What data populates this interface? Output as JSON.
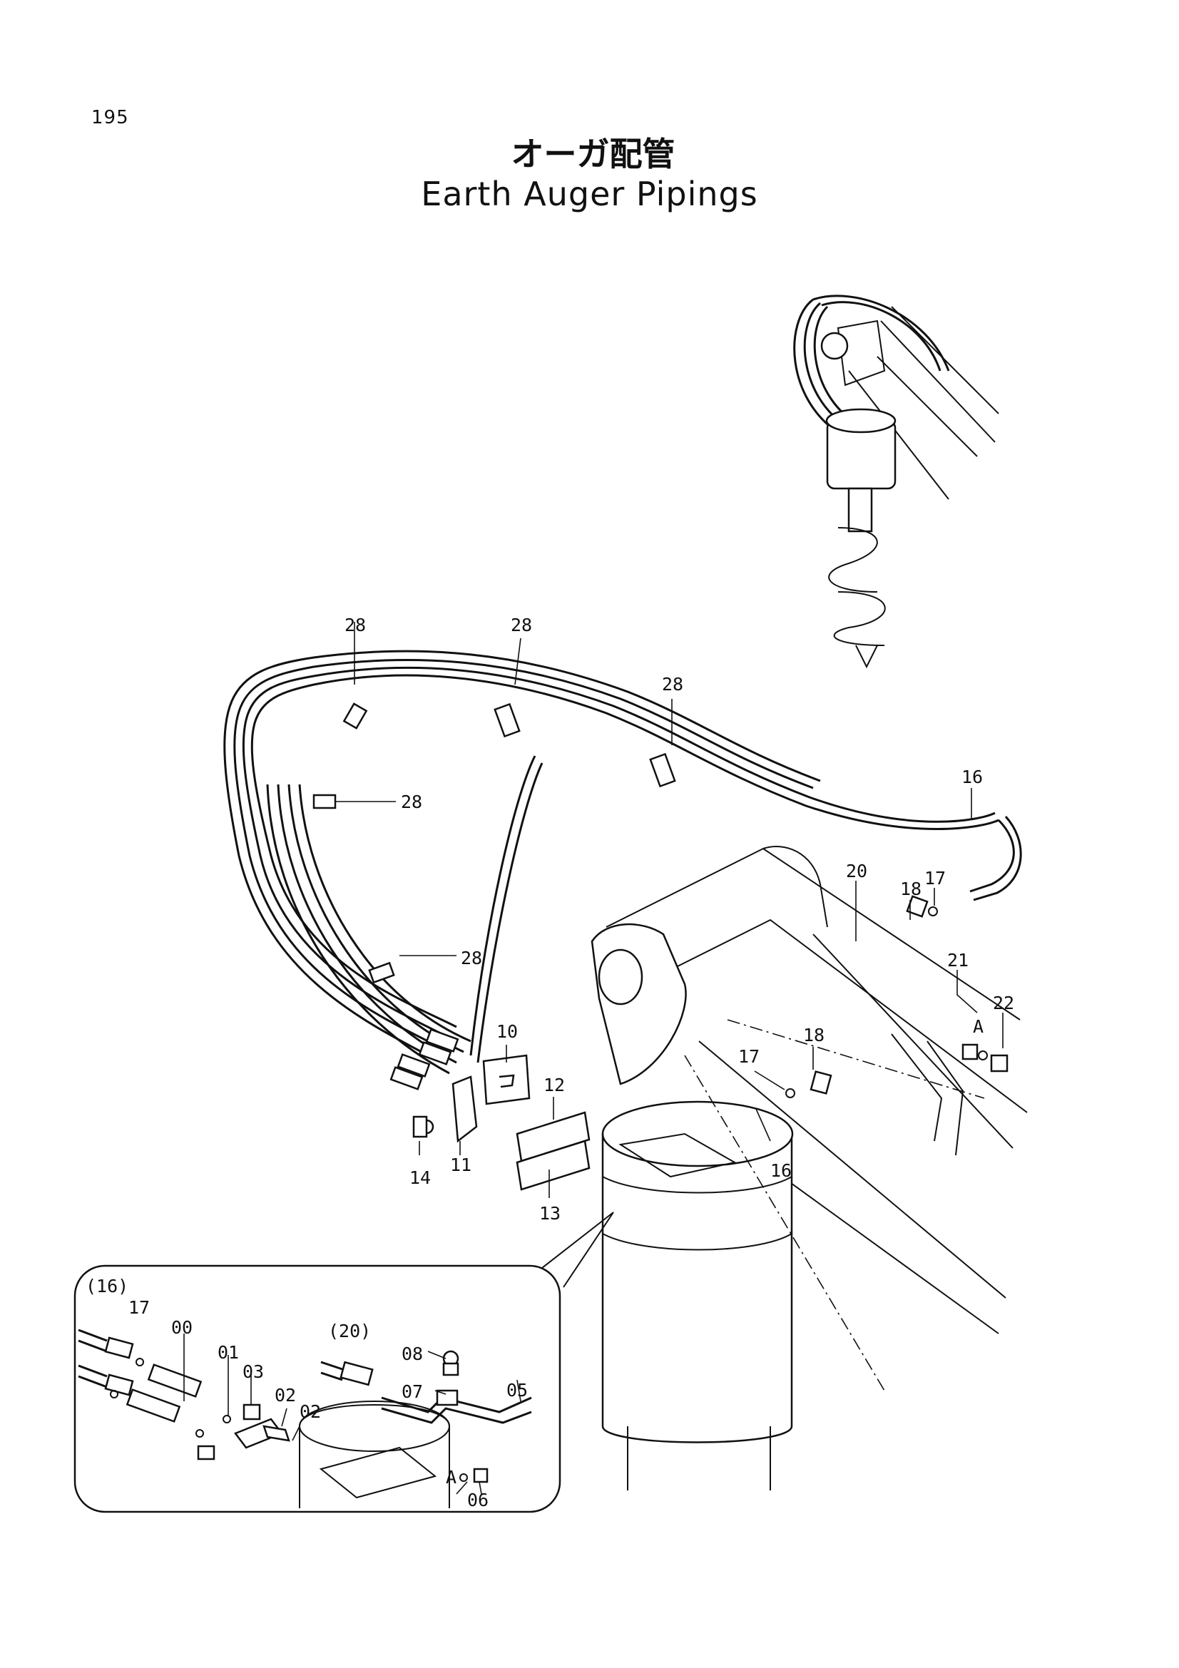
{
  "page": {
    "number": "195"
  },
  "title": {
    "japanese": "オーガ配管",
    "english": "Earth Auger Pipings"
  },
  "callouts": {
    "c28a": "28",
    "c28b": "28",
    "c28c": "28",
    "c28d": "28",
    "c28e": "28",
    "c16a": "16",
    "c16b": "16",
    "c20": "20",
    "c18a": "18",
    "c17a": "17",
    "c21": "21",
    "cAa": "A",
    "c22": "22",
    "c18b": "18",
    "c17b": "17",
    "c10": "10",
    "c12": "12",
    "c11": "11",
    "c14": "14",
    "c13": "13"
  },
  "inset_callouts": {
    "i16": "(16)",
    "i17": "17",
    "i00": "00",
    "i01": "01",
    "i03": "03",
    "i02a": "02",
    "i02b": "02",
    "i20": "(20)",
    "i08": "08",
    "i07": "07",
    "i05": "05",
    "iA": "A",
    "i06": "06"
  }
}
